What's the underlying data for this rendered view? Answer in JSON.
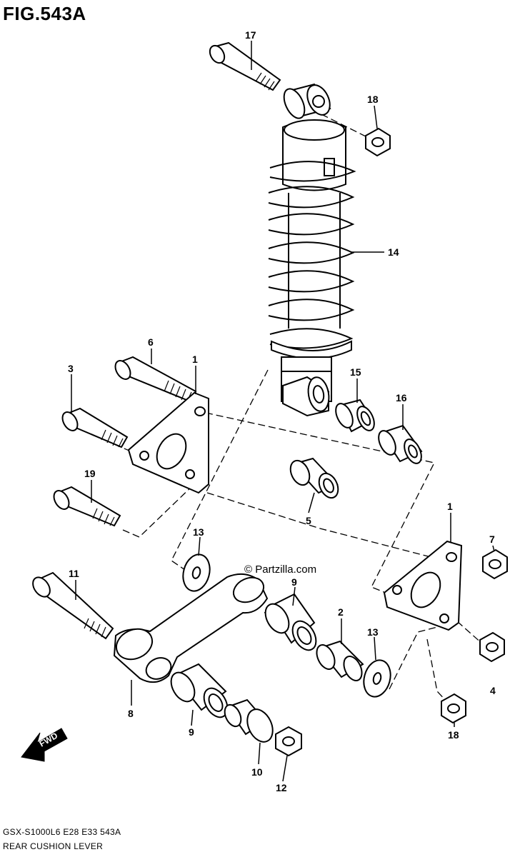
{
  "figure": {
    "title": "FIG.543A",
    "footer_code": "GSX-S1000L6  E28  E33  543A",
    "footer_name": "REAR CUSHION LEVER",
    "watermark": "© Partzilla.com",
    "fwd_label": "FWD"
  },
  "callouts": [
    {
      "id": "c17",
      "text": "17"
    },
    {
      "id": "c18a",
      "text": "18"
    },
    {
      "id": "c14",
      "text": "14"
    },
    {
      "id": "c6",
      "text": "6"
    },
    {
      "id": "c1a",
      "text": "1"
    },
    {
      "id": "c3",
      "text": "3"
    },
    {
      "id": "c15",
      "text": "15"
    },
    {
      "id": "c16",
      "text": "16"
    },
    {
      "id": "c19",
      "text": "19"
    },
    {
      "id": "c5",
      "text": "5"
    },
    {
      "id": "c1b",
      "text": "1"
    },
    {
      "id": "c7",
      "text": "7"
    },
    {
      "id": "c13a",
      "text": "13"
    },
    {
      "id": "c11",
      "text": "11"
    },
    {
      "id": "c9a",
      "text": "9"
    },
    {
      "id": "c2",
      "text": "2"
    },
    {
      "id": "c13b",
      "text": "13"
    },
    {
      "id": "c4",
      "text": "4"
    },
    {
      "id": "c8",
      "text": "8"
    },
    {
      "id": "c9b",
      "text": "9"
    },
    {
      "id": "c18b",
      "text": "18"
    },
    {
      "id": "c10",
      "text": "10"
    },
    {
      "id": "c12",
      "text": "12"
    }
  ]
}
